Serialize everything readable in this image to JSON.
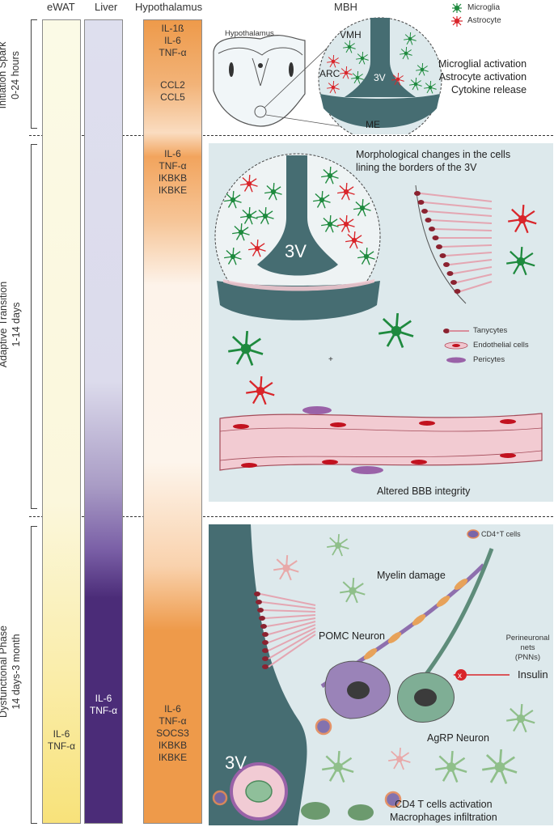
{
  "headers": {
    "ewat": "eWAT",
    "liver": "Liver",
    "hypothalamus": "Hypothalamus",
    "mbh": "MBH"
  },
  "legend_top": {
    "microglia": "Microglia",
    "astrocyte": "Astrocyte"
  },
  "phases": {
    "initiation": {
      "name": "Initiation Spark",
      "time": "0-24 hours"
    },
    "adaptive": {
      "name": "Adaptive Transition",
      "time": "1-14 days"
    },
    "dysfunctional": {
      "name": "Dysfunctional Phase",
      "time": "14 days-3 month"
    }
  },
  "hypothalamus_bar": {
    "early": [
      "IL-1ß",
      "IL-6",
      "TNF-α"
    ],
    "early2": [
      "CCL2",
      "CCL5"
    ],
    "adaptive": [
      "IL-6",
      "TNF-α",
      "IKBKB",
      "IKBKE"
    ],
    "late": [
      "IL-6",
      "TNF-α",
      "SOCS3",
      "IKBKB",
      "IKBKE"
    ]
  },
  "liver_bar": {
    "late": [
      "IL-6",
      "TNF-α"
    ]
  },
  "ewat_bar": {
    "late": [
      "IL-6",
      "TNF-α"
    ]
  },
  "initiation_panel": {
    "brain_label": "Hypothalamus",
    "regions": {
      "vmh": "VMH",
      "arc": "ARC",
      "v3": "3V",
      "me": "ME"
    },
    "effects": [
      "Microglial activation",
      "Astrocyte activation",
      "Cytokine release"
    ]
  },
  "adaptive_panel": {
    "title": [
      "Morphological changes in the cells",
      "lining the borders of the 3V"
    ],
    "v3": "3V",
    "legend": {
      "tanycytes": "Tanycytes",
      "endothelial": "Endothelial cells",
      "pericytes": "Pericytes"
    },
    "caption": "Altered BBB integrity"
  },
  "dysfunctional_panel": {
    "cd4_legend": "CD4⁺T cells",
    "myelin": "Myelin damage",
    "pomc": "POMC Neuron",
    "pnn": [
      "Perineuronal nets",
      "(PNNs)"
    ],
    "insulin": "Insulin",
    "agrp": "AgRP Neuron",
    "v3": "3V",
    "caption": [
      "CD4  T cells activation",
      "Macrophages infiltration"
    ]
  },
  "colors": {
    "panel_bg": "#dde9ec",
    "ventricle": "#466d72",
    "microglia": "#1e8a3e",
    "astrocyte": "#d9252a",
    "liver_dark": "#4b2c78",
    "hypo_orange": "#ee9a4a",
    "ewat_yellow": "#f8e27a"
  }
}
